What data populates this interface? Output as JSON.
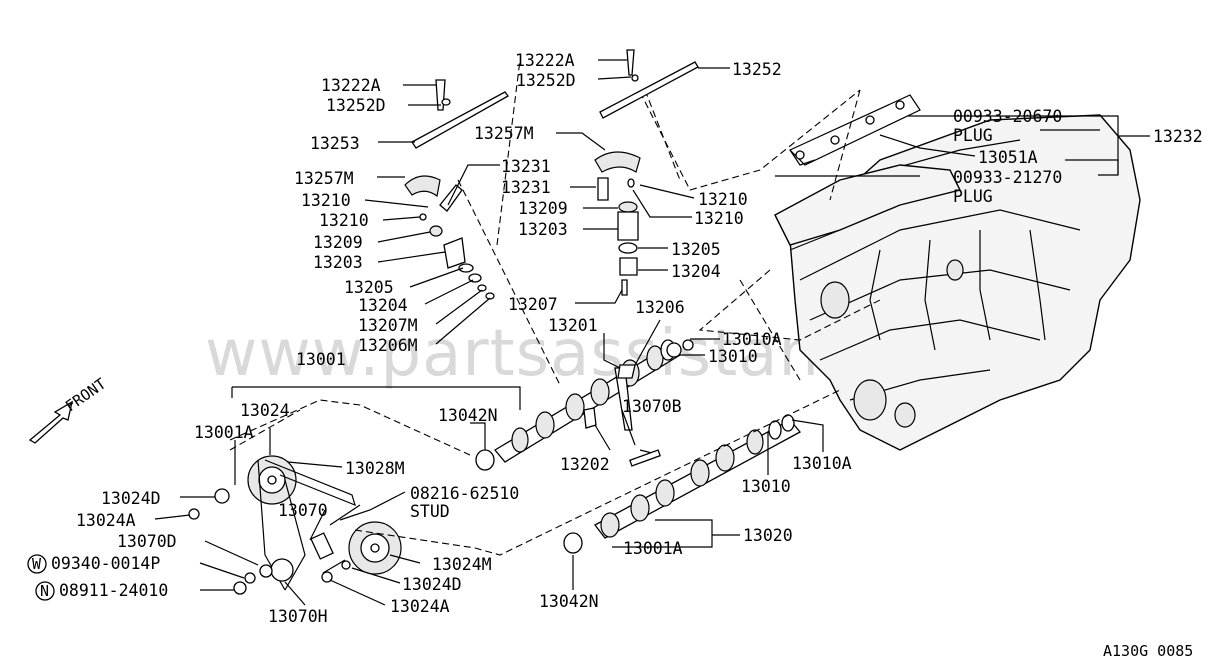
{
  "watermark": "www.partsassistant.com",
  "front_label": "FRONT",
  "diagram_code": "A130G 0085",
  "parts": {
    "p13222A_left": "13222A",
    "p13252D_left": "13252D",
    "p13253": "13253",
    "p13257M_left": "13257M",
    "p13231_top": "13231",
    "p13210_left_a": "13210",
    "p13210_left_b": "13210",
    "p13209_left": "13209",
    "p13203_left": "13203",
    "p13205_left": "13205",
    "p13204_left": "13204",
    "p13207M": "13207M",
    "p13206M": "13206M",
    "p13222A_right": "13222A",
    "p13252D_right": "13252D",
    "p13252": "13252",
    "p13257M_right": "13257M",
    "p13231_right": "13231",
    "p13210_right_a": "13210",
    "p13210_right_b": "13210",
    "p13209_right": "13209",
    "p13203_right": "13203",
    "p13205_right": "13205",
    "p13204_right": "13204",
    "p13207": "13207",
    "p13206": "13206",
    "p13201": "13201",
    "p13010A_top": "13010A",
    "p13010_top": "13010",
    "p13070B": "13070B",
    "p13202": "13202",
    "p13001": "13001",
    "p13024": "13024",
    "p13001A_left": "13001A",
    "p13042N_top": "13042N",
    "p13028M": "13028M",
    "p13024D_left": "13024D",
    "p13024A_left": "13024A",
    "p13070": "13070",
    "p08216_62510": "08216-62510",
    "stud": "STUD",
    "p13070D": "13070D",
    "p09340_0014P": "09340-0014P",
    "p08911_24010": "08911-24010",
    "circle_W": "W",
    "circle_N": "N",
    "p13024M": "13024M",
    "p13024D_right": "13024D",
    "p13024A_right": "13024A",
    "p13070H": "13070H",
    "p13001A_bottom": "13001A",
    "p13020": "13020",
    "p13042N_bottom": "13042N",
    "p13010_bottom": "13010",
    "p13010A_bottom": "13010A",
    "p00933_20670": "00933-20670",
    "plug_1": "PLUG",
    "p13051A": "13051A",
    "p00933_21270": "00933-21270",
    "plug_2": "PLUG",
    "p13232": "13232"
  }
}
